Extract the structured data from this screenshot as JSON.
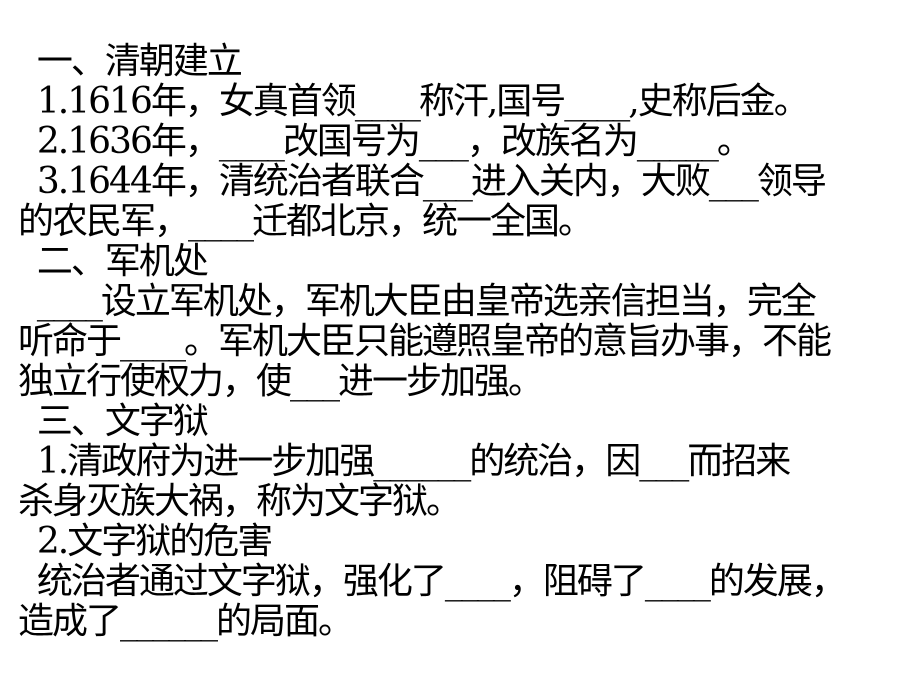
{
  "lines": [
    "  一、清朝建立",
    "  1.1616年，女真首领____称汗,国号____,史称后金。",
    "  2.1636年，____改国号为___，改族名为_____。",
    "  3.1644年，清统治者联合___进入关内，大败___领导",
    "的农民军，____迁都北京，统一全国。",
    "  二、军机处",
    "  ____设立军机处，军机大臣由皇帝选亲信担当，完全",
    "听命于____。军机大臣只能遵照皇帝的意旨办事，不能",
    "独立行使权力，使___进一步加强。",
    "  三、文字狱",
    "  1.清政府为进一步加强______的统治，因___而招来",
    "杀身灭族大祸，称为文字狱。",
    "  2.文字狱的危害",
    "  统治者通过文字狱，强化了____，阻碍了____的发展，",
    "造成了______的局面。"
  ]
}
